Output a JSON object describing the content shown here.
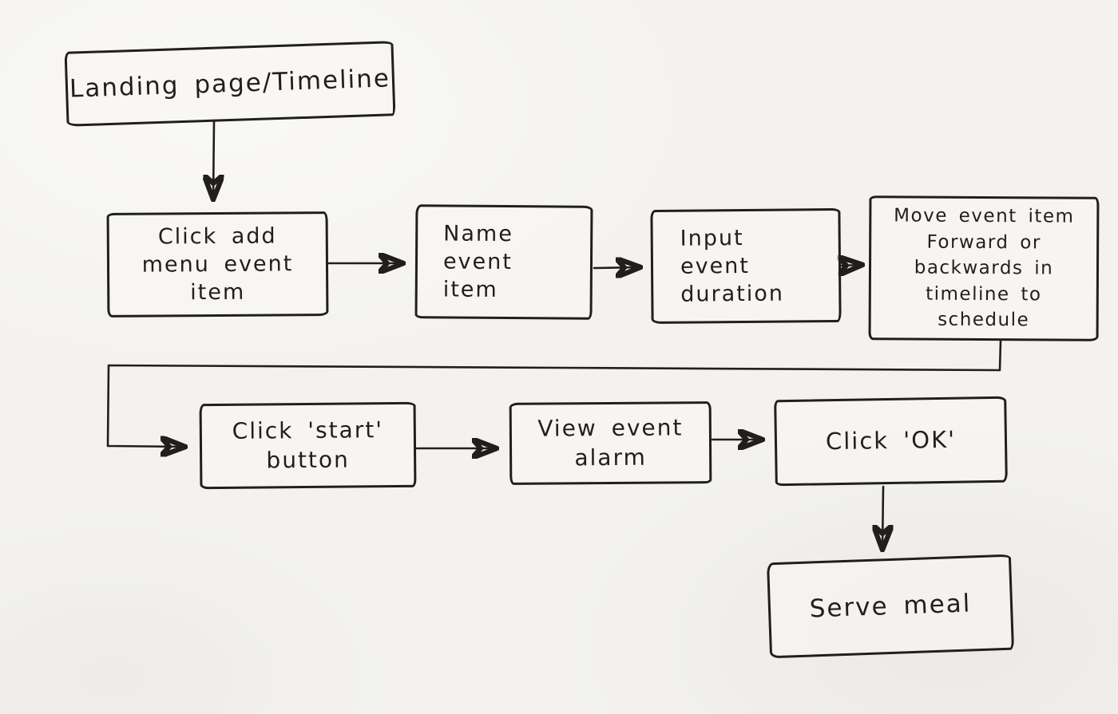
{
  "diagram": {
    "type": "flowchart",
    "style": "hand-drawn-sketch-on-paper",
    "ink_color": "#211f1d",
    "paper_color": "#f3f2ef",
    "nodes": {
      "landing": {
        "label": "Landing page/Timeline"
      },
      "add": {
        "label": "Click add\nmenu event\nitem"
      },
      "name": {
        "label": "Name\nevent\nitem"
      },
      "duration": {
        "label": "Input\nevent\nduration"
      },
      "move": {
        "label": "Move event item\nForward or\nbackwards in\ntimeline to\nschedule"
      },
      "start": {
        "label": "Click 'start'\nbutton"
      },
      "alarm": {
        "label": "View event\nalarm"
      },
      "ok": {
        "label": "Click 'OK'"
      },
      "serve": {
        "label": "Serve meal"
      }
    },
    "edges": [
      {
        "from": "landing",
        "to": "add"
      },
      {
        "from": "add",
        "to": "name"
      },
      {
        "from": "name",
        "to": "duration"
      },
      {
        "from": "duration",
        "to": "move"
      },
      {
        "from": "move",
        "to": "start"
      },
      {
        "from": "start",
        "to": "alarm"
      },
      {
        "from": "alarm",
        "to": "ok"
      },
      {
        "from": "ok",
        "to": "serve"
      }
    ]
  }
}
